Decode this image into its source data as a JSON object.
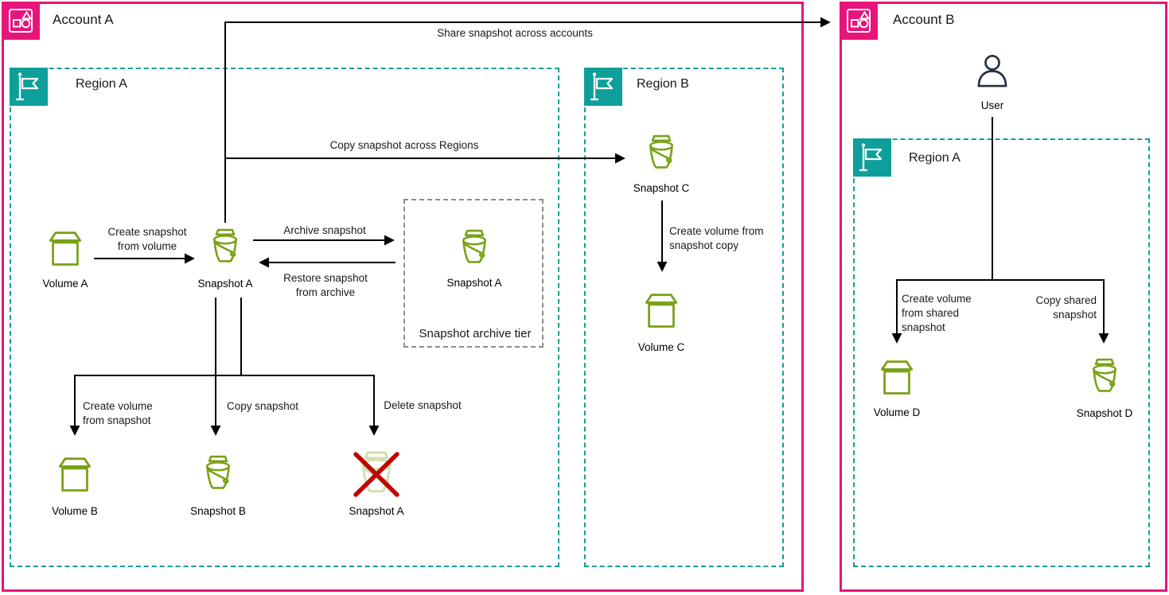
{
  "colors": {
    "account_pink": "#E7157B",
    "region_teal": "#0E9F9B",
    "resource_green": "#7AA116",
    "delete_red": "#C00404",
    "archive_gray": "#8C8C8C",
    "user_ink": "#232F3E",
    "line_black": "#000000"
  },
  "account_a": {
    "title": "Account A",
    "region_a": {
      "title": "Region A"
    },
    "region_b": {
      "title": "Region B"
    }
  },
  "account_b": {
    "title": "Account B",
    "region_a": {
      "title": "Region A"
    }
  },
  "nodes": {
    "volume_a": "Volume A",
    "snapshot_a": "Snapshot A",
    "archive_snapshot": "Snapshot A",
    "archive_tier": "Snapshot archive tier",
    "volume_b": "Volume B",
    "snapshot_b": "Snapshot B",
    "deleted_snapshot": "Snapshot A",
    "snapshot_c": "Snapshot C",
    "volume_c": "Volume C",
    "user": "User",
    "volume_d": "Volume D",
    "snapshot_d": "Snapshot D"
  },
  "edges": {
    "share_across_accounts": "Share snapshot across accounts",
    "copy_across_regions": "Copy snapshot across Regions",
    "create_snapshot_from_volume": "Create snapshot from volume",
    "archive_snapshot": "Archive snapshot",
    "restore_from_archive": "Restore snapshot from archive",
    "create_volume_from_snapshot": "Create volume from snapshot",
    "copy_snapshot": "Copy snapshot",
    "delete_snapshot": "Delete snapshot",
    "create_volume_from_snapshot_copy": "Create volume from snapshot copy",
    "create_volume_from_shared_snapshot": "Create volume from shared snapshot",
    "copy_shared_snapshot": "Copy shared snapshot"
  }
}
